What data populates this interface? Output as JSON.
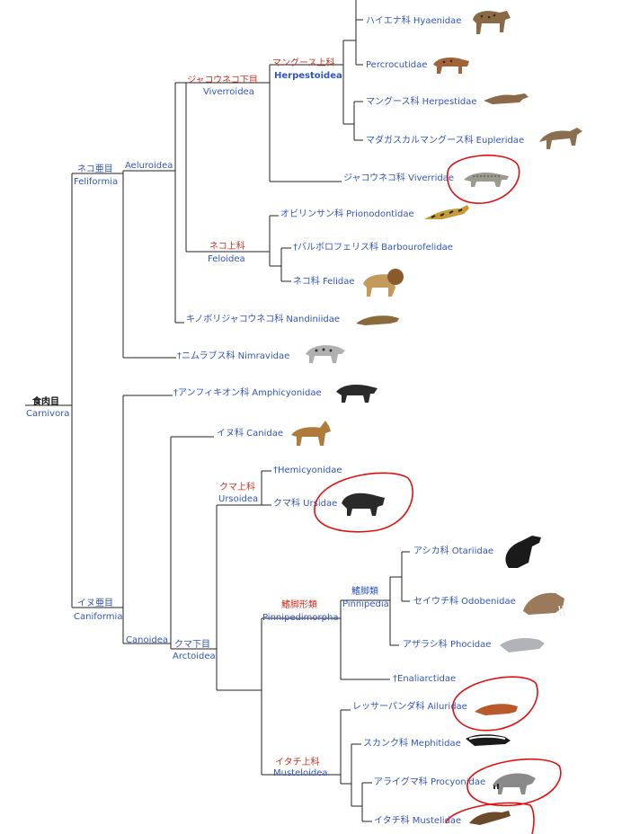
{
  "colors": {
    "line": "#222222",
    "leaf_text": "#3355bb",
    "rank_text": "#cc3322",
    "circle": "#e01010"
  },
  "root": {
    "name": "食肉目",
    "latin": "Carnivora"
  },
  "suborders": {
    "feliformia": {
      "jp": "ネコ亜目",
      "latin": "Feliformia"
    },
    "caniformia": {
      "jp": "イヌ亜目",
      "latin": "Caniformia"
    }
  },
  "clades": {
    "aeluroidea": "Aeluroidea",
    "viverroidea": {
      "jp": "ジャコウネコ下目",
      "latin": "Viverroidea"
    },
    "herpestoidea": {
      "jp": "マングース上科",
      "latin": "Herpestoidea"
    },
    "feloidea": {
      "jp": "ネコ上科",
      "latin": "Feloidea"
    },
    "canoidea": "Canoidea",
    "arctoidea": {
      "jp": "クマ下目",
      "latin": "Arctoidea"
    },
    "ursoidea": {
      "jp": "クマ上科",
      "latin": "Ursoidea"
    },
    "pinnipedimorpha": {
      "jp": "鰭脚形類",
      "latin": "Pinnipedimorpha"
    },
    "pinnipedia": {
      "jp": "鰭脚類",
      "latin": "Pinnipedia"
    },
    "musteloidea": {
      "jp": "イタチ上科",
      "latin": "Musteloidea"
    }
  },
  "leaves": {
    "hyaenidae": "ハイエナ科 Hyaenidae",
    "percrocutidae": "Percrocutidae",
    "herpestidae": "マングース科 Herpestidae",
    "eupleridae": "マダガスカルマングース科 Eupleridae",
    "viverridae": "ジャコウネコ科 Viverridae",
    "prionodontidae": "オビリンサン科 Prionodontidae",
    "barbourofelidae": "†バルボロフェリス科 Barbourofelidae",
    "felidae": "ネコ科 Felidae",
    "nandiniidae": "キノボリジャコウネコ科 Nandiniidae",
    "nimravidae": "†ニムラブス科 Nimravidae",
    "amphicyonidae": "†アンフィキオン科 Amphicyonidae",
    "canidae": "イヌ科 Canidae",
    "hemicyonidae": "†Hemicyonidae",
    "ursidae": "クマ科 Ursidae",
    "otariidae": "アシカ科 Otariidae",
    "odobenidae": "セイウチ科 Odobenidae",
    "phocidae": "アザラシ科 Phocidae",
    "enaliarctidae": "†Enaliarctidae",
    "ailuridae": "レッサーパンダ科 Ailuridae",
    "mephitidae": "スカンク科 Mephitidae",
    "procyonidae": "アライグマ科 Procyonidae",
    "mustelidae": "イタチ科 Mustelidae"
  }
}
